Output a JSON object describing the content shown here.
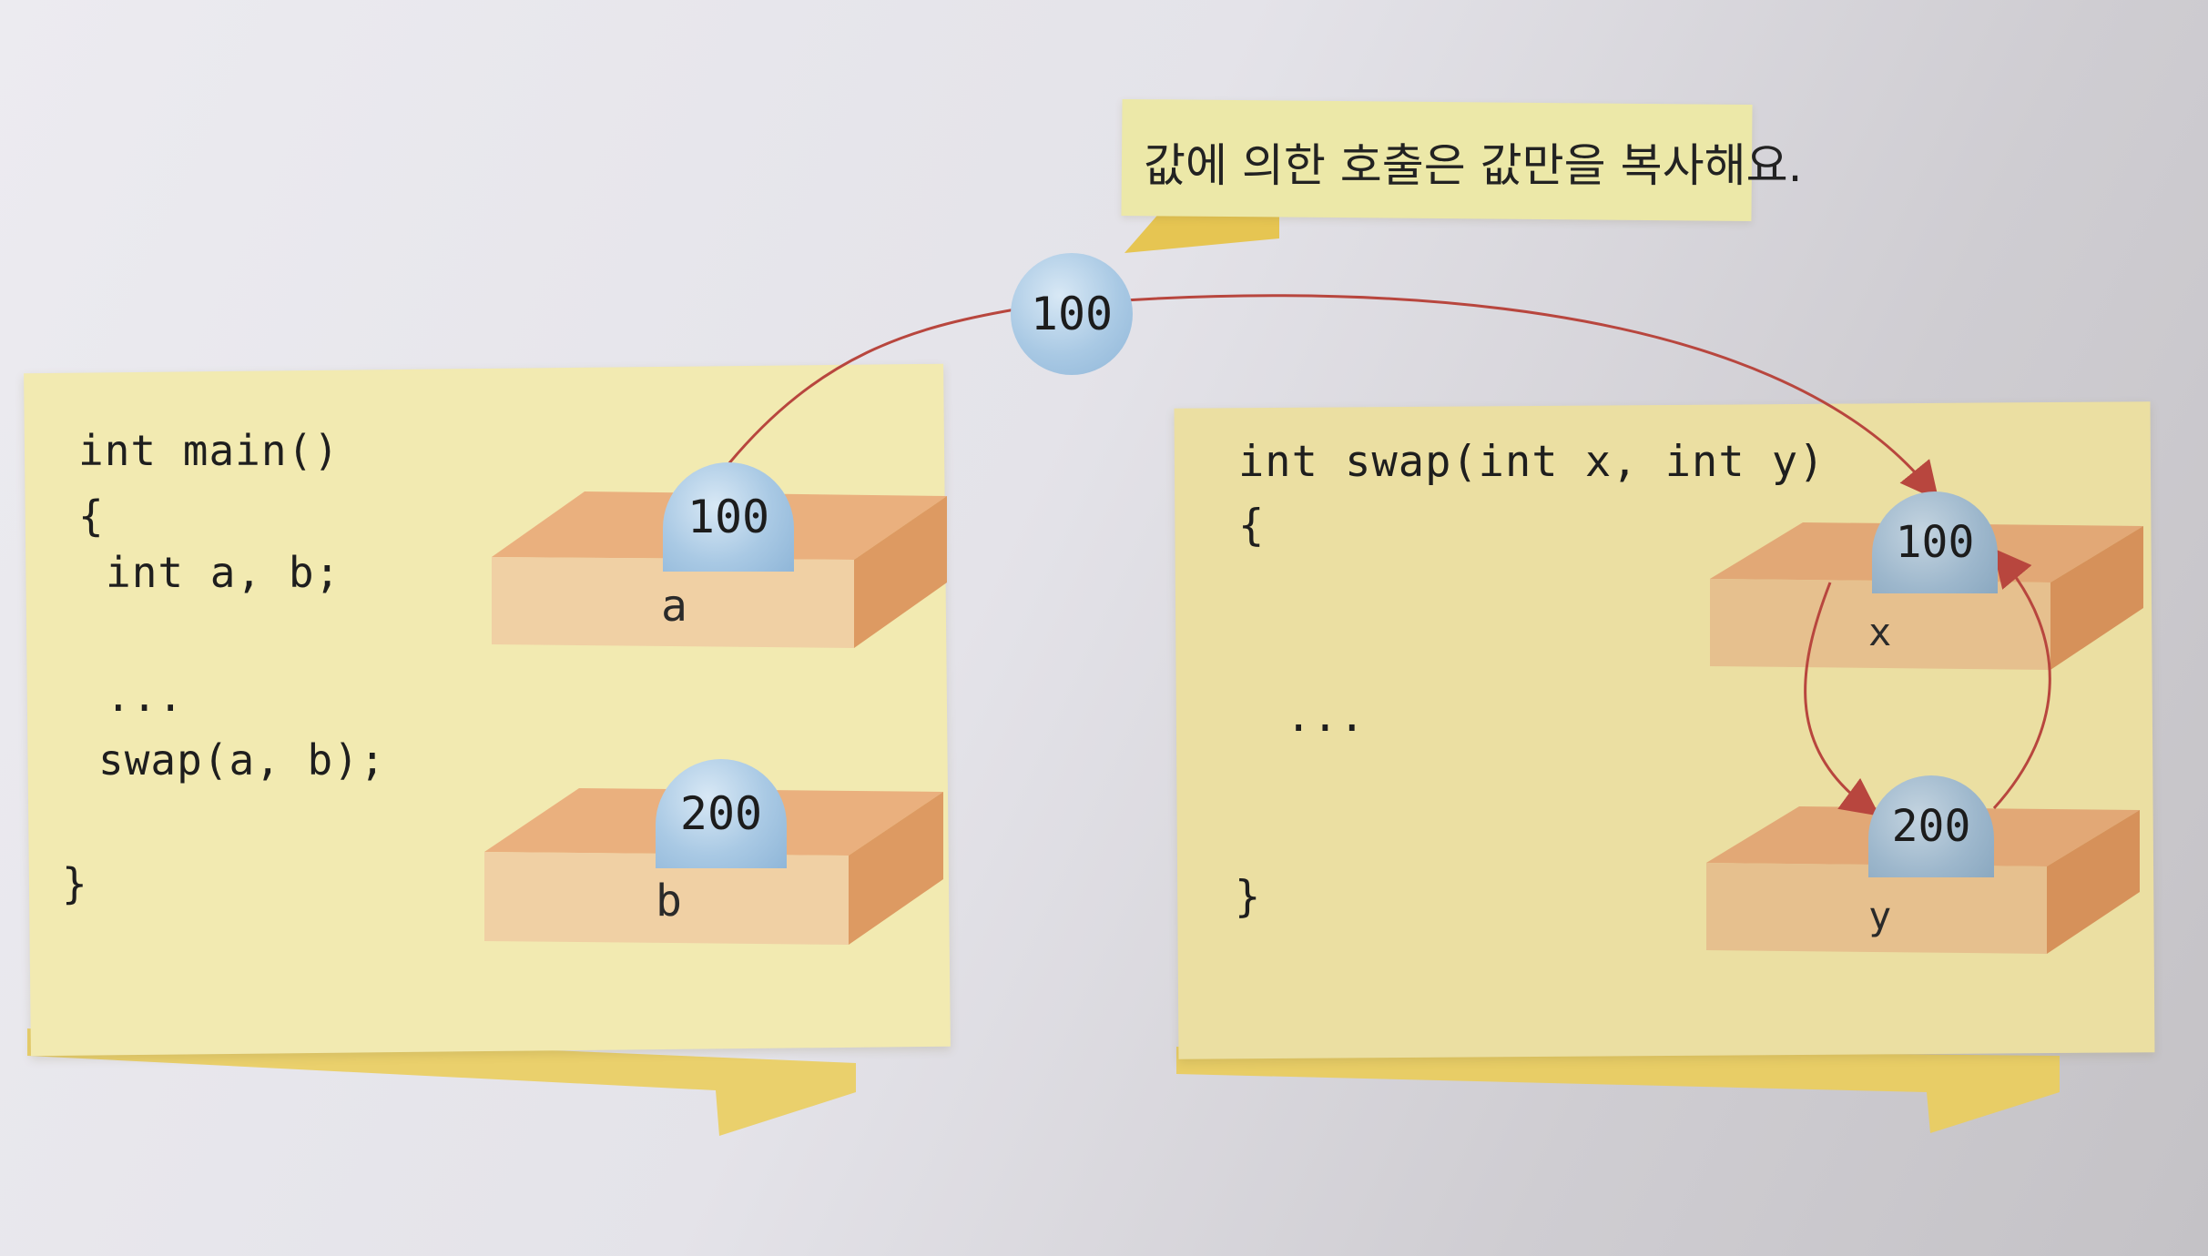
{
  "callout": {
    "text": "값에 의한 호출은 값만을 복사해요."
  },
  "traveling_value": "100",
  "main_panel": {
    "lines": [
      "int main()",
      "{",
      "int a, b;",
      "...",
      "swap(a, b);",
      "}"
    ],
    "variables": [
      {
        "name": "a",
        "value": "100"
      },
      {
        "name": "b",
        "value": "200"
      }
    ]
  },
  "swap_panel": {
    "lines": [
      "int swap(int x, int y)",
      "{",
      "...",
      "}"
    ],
    "variables": [
      {
        "name": "x",
        "value": "100"
      },
      {
        "name": "y",
        "value": "200"
      }
    ]
  },
  "colors": {
    "panel": "#f2eab1",
    "box_front": "#f0d0a4",
    "box_top": "#eab07e",
    "box_side": "#dd9a62",
    "ball": "#a9c9e4",
    "arrow": "#b8463e",
    "ribbon": "#e3c34a"
  }
}
